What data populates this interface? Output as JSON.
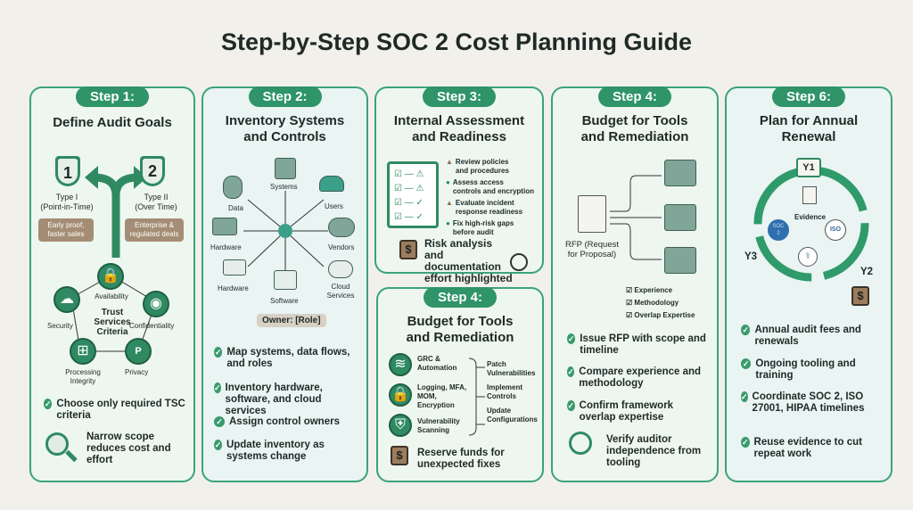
{
  "title": "Step-by-Step SOC 2 Cost Planning Guide",
  "colors": {
    "accent": "#2f9468",
    "border": "#3aa37c",
    "tag": "#a48d74",
    "background": "#f2f0eb"
  },
  "step1": {
    "badge": "Step 1:",
    "title": "Define Audit Goals",
    "type1": {
      "num": "1",
      "label": "Type I\n(Point-in-Time)",
      "tag": "Early proof,\nfaster sales"
    },
    "type2": {
      "num": "2",
      "label": "Type II\n(Over Time)",
      "tag": "Enterprise &\nregulated deals"
    },
    "tsc": {
      "center": "Trust\nServices\nCriteria",
      "availability": "Availability",
      "security": "Security",
      "confidentiality": "Confidentiality",
      "processing": "Processing\nIntegrity",
      "privacy": "Privacy"
    },
    "bullet": "Choose only required TSC criteria",
    "scope": "Narrow scope reduces cost and effort"
  },
  "step2": {
    "badge": "Step 2:",
    "title": "Inventory Systems\nand Controls",
    "nodes": {
      "systems": "Systems",
      "data": "Data",
      "users": "Users",
      "hardware1": "Hardware",
      "vendors": "Vendors",
      "hardware2": "Hardware",
      "software": "Software",
      "cloud": "Cloud\nServices"
    },
    "owner": "Owner: [Role]",
    "bullets": [
      "Map systems, data flows, and roles",
      "Inventory hardware, software, and cloud services",
      "Assign control owners",
      "Update inventory as systems change"
    ]
  },
  "step3": {
    "badge": "Step 3:",
    "title": "Internal Assessment\nand Readiness",
    "items": [
      {
        "icon": "warning",
        "text": "Review policies\nand procedures"
      },
      {
        "icon": "check",
        "text": "Assess access\ncontrols and encryption"
      },
      {
        "icon": "warning",
        "text": "Evaluate incident\nresponse readiness"
      },
      {
        "icon": "check",
        "text": "Fix high-risk gaps\nbefore audit"
      }
    ],
    "risk": "Risk analysis and documentation effort highlighted"
  },
  "step4b": {
    "badge": "Step 4:",
    "title": "Budget for Tools\nand Remediation",
    "tools": [
      "GRC &\nAutomation",
      "Logging, MFA,\nMOM,\nEncryption",
      "Vulnerability\nScanning"
    ],
    "actions": [
      "Patch\nVulnerabilities",
      "Implement\nControls",
      "Update\nConfigurations"
    ],
    "reserve": "Reserve funds for unexpected fixes"
  },
  "step4": {
    "badge": "Step 4:",
    "title": "Budget for Tools\nand Remediation",
    "rfp": "RFP (Request\nfor Proposal)",
    "criteria": [
      "Experience",
      "Methodology",
      "Overlap Expertise"
    ],
    "bullets": [
      "Issue RFP with scope and timeline",
      "Compare experience and methodology",
      "Confirm framework overlap expertise"
    ],
    "verify": "Verify auditor independence from tooling"
  },
  "step6": {
    "badge": "Step 6:",
    "title": "Plan for Annual\nRenewal",
    "cycle": {
      "y1": "Y1",
      "y2": "Y2",
      "y3": "Y3",
      "evidence": "Evidence",
      "soc": "SOC\n2",
      "iso": "ISO"
    },
    "bullets": [
      "Annual audit fees and renewals",
      "Ongoing tooling and training",
      "Coordinate SOC 2, ISO 27001, HIPAA timelines",
      "Reuse evidence to cut repeat work"
    ]
  }
}
